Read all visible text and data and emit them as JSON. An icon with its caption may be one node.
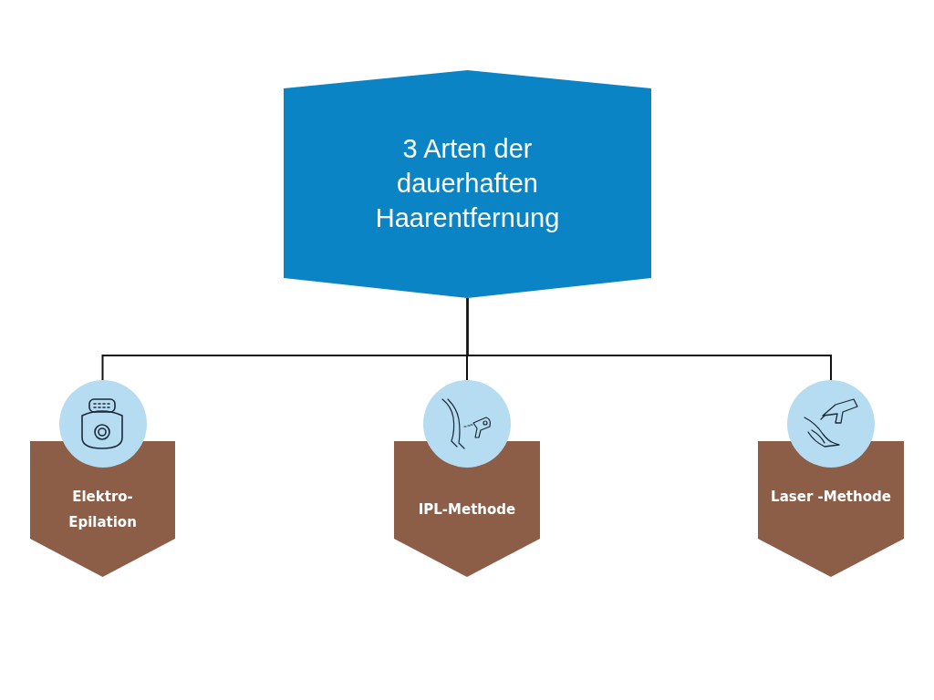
{
  "diagram": {
    "nodes": [
      {
        "text": [
          "3 Arten der dauerhaften Haarentfernung"
        ]
      },
      {
        "text": [
          "Elektro- Epilation"
        ]
      },
      {
        "text": [
          "IPL-Methode"
        ]
      },
      {
        "text": [
          "Laser -Methode"
        ]
      }
    ],
    "edges": [
      {
        "from": 0,
        "to": 1,
        "arrow": "none"
      },
      {
        "from": 0,
        "to": 2,
        "arrow": "none"
      },
      {
        "from": 0,
        "to": 3,
        "arrow": "none"
      }
    ]
  }
}
